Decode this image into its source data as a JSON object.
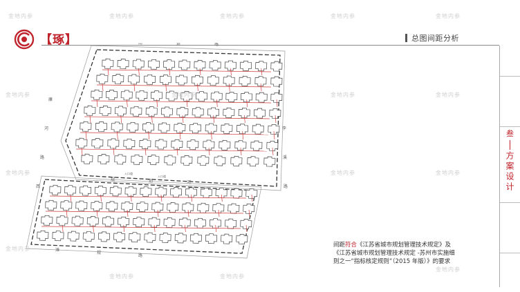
{
  "brand": {
    "name": "【琢】"
  },
  "header": {
    "title": "总图间距分析"
  },
  "side": {
    "number": "叁",
    "title": "方案设计"
  },
  "plan": {
    "road_top_chars": [
      "南",
      "道",
      "路"
    ],
    "road_left_chars": [
      "康",
      "河",
      "路",
      "西"
    ],
    "road_right_chars": [
      "李",
      "溪",
      "路"
    ],
    "road_mid_chars": [
      "规",
      "划",
      "河"
    ],
    "road_bottom_chars": [
      "滩",
      "规",
      "路"
    ],
    "small_labels": [
      "入口道",
      "入口道"
    ]
  },
  "caption": {
    "prefix": "间距",
    "highlight": "符合",
    "line1_rest": "《江苏省城市规划管理技术规定》及",
    "line2": "《江苏省城市规划管理技术规定 -苏州市实施细",
    "line3": "则之一“指标核定规则”（2015 年版）》的要求"
  },
  "watermark": {
    "text": "金地内参"
  },
  "colors": {
    "accent": "#c0232b",
    "dim_lines": "#d23a3a",
    "buildings": "#555555"
  }
}
